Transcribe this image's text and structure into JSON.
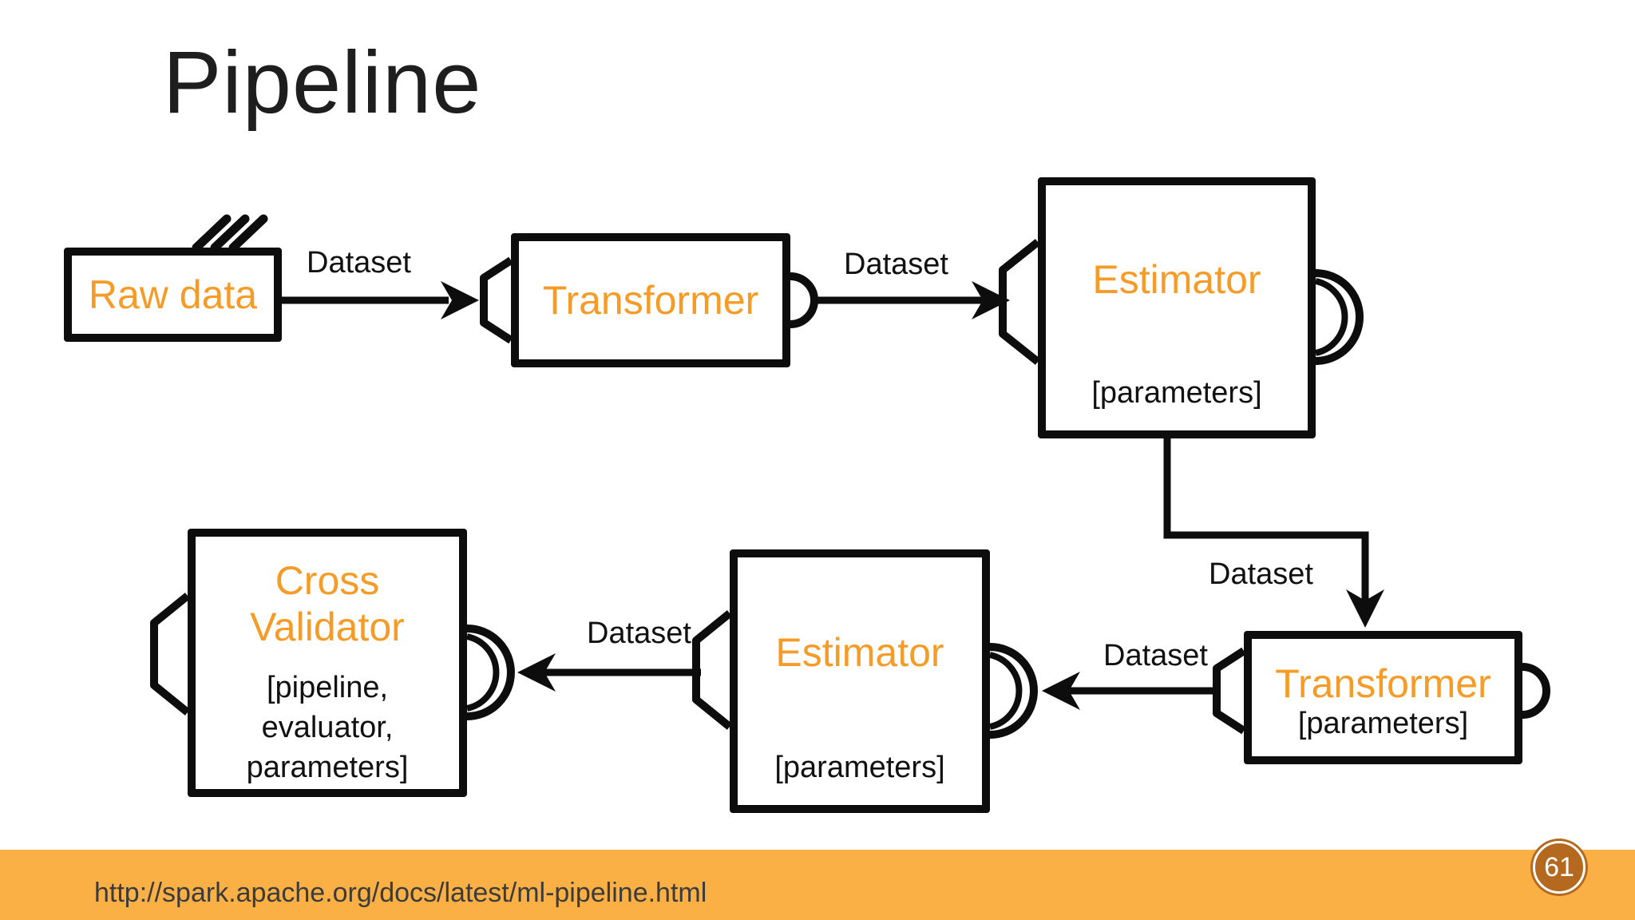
{
  "slide": {
    "title": "Pipeline",
    "footer_url": "http://spark.apache.org/docs/latest/ml-pipeline.html",
    "page_number": "61"
  },
  "colors": {
    "accent_orange_text": "#F59B27",
    "diagram_stroke": "#0d0d0d",
    "footer_bar": "#FBB045",
    "page_badge_fill": "#B4691E",
    "page_badge_text": "#ffffff"
  },
  "diagram": {
    "nodes": [
      {
        "id": "raw-data",
        "label": "Raw data",
        "params": ""
      },
      {
        "id": "transformer-1",
        "label": "Transformer",
        "params": ""
      },
      {
        "id": "estimator-1",
        "label": "Estimator",
        "params": "[parameters]"
      },
      {
        "id": "transformer-2",
        "label": "Transformer",
        "params": "[parameters]"
      },
      {
        "id": "estimator-2",
        "label": "Estimator",
        "params": "[parameters]"
      },
      {
        "id": "cross-validator",
        "label": "Cross Validator",
        "params": "[pipeline, evaluator, parameters]"
      }
    ],
    "edges": [
      {
        "from": "raw-data",
        "to": "transformer-1",
        "label": "Dataset"
      },
      {
        "from": "transformer-1",
        "to": "estimator-1",
        "label": "Dataset"
      },
      {
        "from": "estimator-1",
        "to": "transformer-2",
        "label": "Dataset"
      },
      {
        "from": "transformer-2",
        "to": "estimator-2",
        "label": "Dataset"
      },
      {
        "from": "estimator-2",
        "to": "cross-validator",
        "label": "Dataset"
      }
    ]
  }
}
